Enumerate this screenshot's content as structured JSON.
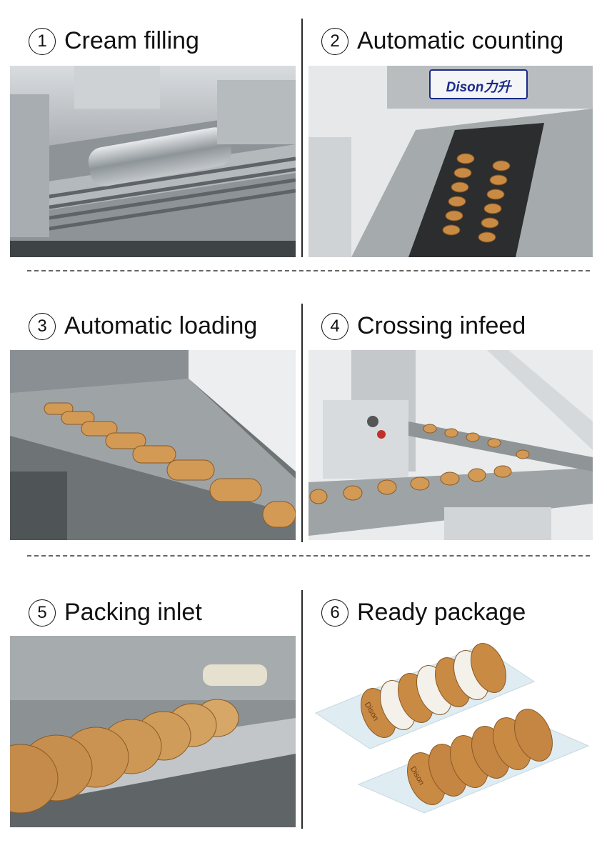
{
  "steps": [
    {
      "number": "1",
      "title": "Cream filling",
      "image": "cream-filling-machine-photo"
    },
    {
      "number": "2",
      "title": "Automatic counting",
      "image": "automatic-counting-machine-photo"
    },
    {
      "number": "3",
      "title": "Automatic loading",
      "image": "automatic-loading-conveyor-photo"
    },
    {
      "number": "4",
      "title": "Crossing infeed",
      "image": "crossing-infeed-conveyor-photo"
    },
    {
      "number": "5",
      "title": "Packing inlet",
      "image": "packing-inlet-photo"
    },
    {
      "number": "6",
      "title": "Ready package",
      "image": "ready-package-photo"
    }
  ],
  "brand": {
    "logo_text": "Dison力升",
    "package_text": "Dison"
  },
  "colors": {
    "steel": "#9aa0a4",
    "biscuit": "#c98a44",
    "divider": "#666666"
  }
}
